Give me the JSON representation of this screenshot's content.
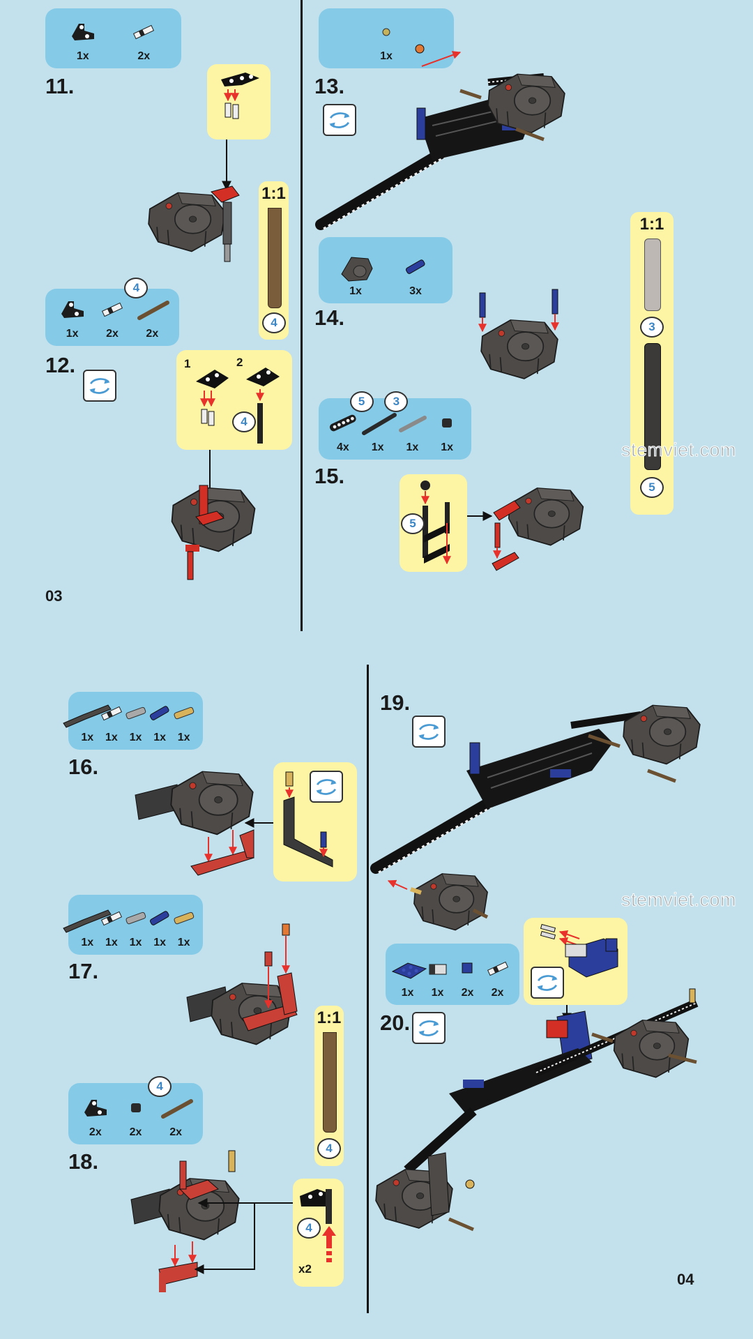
{
  "colors": {
    "background": "#c3e1ec",
    "parts_panel": "#85cbe8",
    "callout": "#fdf5a3",
    "rotate_arrow": "#4a9bd3",
    "arrow_red": "#e8312b"
  },
  "pages": [
    {
      "number": "03"
    },
    {
      "number": "04"
    }
  ],
  "watermark": "stemviet.com",
  "scale_label": "1:1",
  "steps": {
    "s11": {
      "number": "11.",
      "parts": [
        {
          "icon": "angle-connector-icon",
          "qty": "1x"
        },
        {
          "icon": "pin-white-icon",
          "qty": "2x"
        }
      ]
    },
    "s12": {
      "number": "12.",
      "parts": [
        {
          "icon": "angle-connector-icon",
          "qty": "1x"
        },
        {
          "icon": "pin-white-icon",
          "qty": "2x"
        },
        {
          "icon": "axle-brown-icon",
          "qty": "2x",
          "length": "4"
        }
      ],
      "sub_labels": [
        "1",
        "2"
      ],
      "callout_length": "4"
    },
    "s13": {
      "number": "13.",
      "parts": [
        {
          "icon": "bush-tan-icon",
          "qty": "1x"
        }
      ]
    },
    "s14": {
      "number": "14.",
      "parts": [
        {
          "icon": "gearbox-icon",
          "qty": "1x"
        },
        {
          "icon": "pin-blue-icon",
          "qty": "3x"
        }
      ]
    },
    "s15": {
      "number": "15.",
      "parts": [
        {
          "icon": "beam-black-icon",
          "qty": "4x"
        },
        {
          "icon": "axle-black-icon",
          "qty": "1x",
          "length": "5"
        },
        {
          "icon": "axle-gray-icon",
          "qty": "1x",
          "length": "3"
        },
        {
          "icon": "bush-black-icon",
          "qty": "1x"
        }
      ],
      "callout_length": "5"
    },
    "s16": {
      "number": "16.",
      "parts": [
        {
          "icon": "bent-beam-icon",
          "qty": "1x"
        },
        {
          "icon": "pin-white-icon",
          "qty": "1x"
        },
        {
          "icon": "pin-gray-icon",
          "qty": "1x"
        },
        {
          "icon": "pin-blue-icon",
          "qty": "1x"
        },
        {
          "icon": "pin-tan-icon",
          "qty": "1x"
        }
      ]
    },
    "s17": {
      "number": "17.",
      "parts": [
        {
          "icon": "bent-beam-icon",
          "qty": "1x"
        },
        {
          "icon": "pin-white-icon",
          "qty": "1x"
        },
        {
          "icon": "pin-gray-icon",
          "qty": "1x"
        },
        {
          "icon": "pin-blue-icon",
          "qty": "1x"
        },
        {
          "icon": "pin-tan-icon",
          "qty": "1x"
        }
      ]
    },
    "s18": {
      "number": "18.",
      "parts": [
        {
          "icon": "angle-connector-icon",
          "qty": "2x"
        },
        {
          "icon": "bush-black-icon",
          "qty": "2x"
        },
        {
          "icon": "axle-brown-icon",
          "qty": "2x",
          "length": "4"
        }
      ],
      "callout_length": "4",
      "callout_multiplier": "x2"
    },
    "s19": {
      "number": "19."
    },
    "s20": {
      "number": "20.",
      "parts": [
        {
          "icon": "plate-blue-icon",
          "qty": "1x"
        },
        {
          "icon": "brick-technic-icon",
          "qty": "1x"
        },
        {
          "icon": "brick-blue-icon",
          "qty": "2x"
        },
        {
          "icon": "pin-white-icon",
          "qty": "2x"
        }
      ]
    }
  },
  "scale_guides": [
    {
      "lengths": [
        "4"
      ]
    },
    {
      "lengths": [
        "3",
        "5"
      ]
    },
    {
      "lengths": [
        "4"
      ]
    }
  ]
}
